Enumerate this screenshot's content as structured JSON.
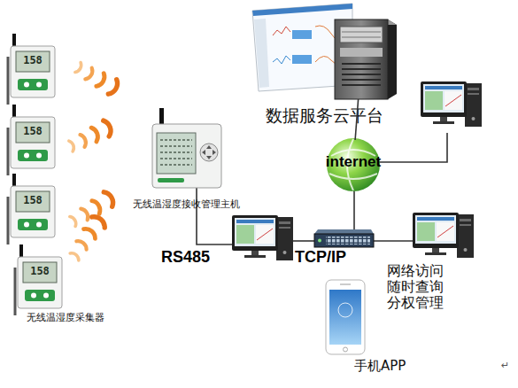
{
  "diagram": {
    "nodes": [
      {
        "text": [
          "158"
        ]
      },
      {
        "text": [
          "158"
        ]
      },
      {
        "text": [
          "158"
        ]
      },
      {
        "text": [
          "158",
          "无线温湿度采集器"
        ]
      },
      {
        "text": [
          "无线温湿度接收管理主机"
        ]
      },
      {
        "text": [
          "数据服务云平台"
        ]
      },
      {
        "text": [
          "internet"
        ]
      },
      {
        "text": [
          "网络访问 随时查询 分权管理"
        ]
      },
      {
        "text": [
          "手机APP"
        ]
      }
    ],
    "edges": [
      {
        "from": 6,
        "to": 5,
        "arrow": "none"
      }
    ],
    "labels": [
      "RS485",
      "TCP/IP",
      "↵"
    ]
  }
}
